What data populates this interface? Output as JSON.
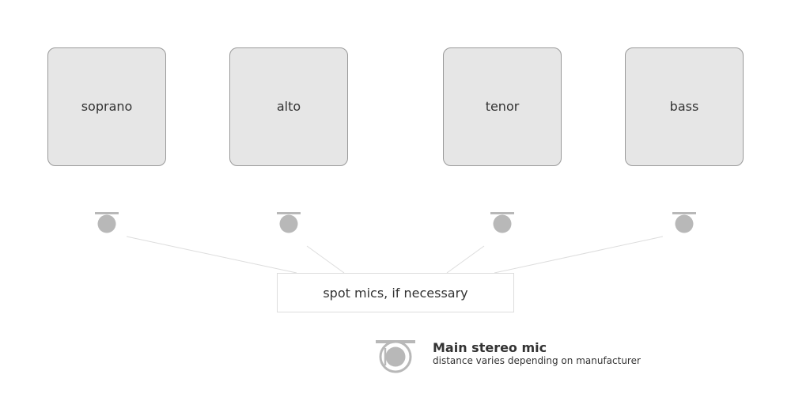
{
  "sections": [
    {
      "id": "soprano",
      "label": "soprano"
    },
    {
      "id": "alto",
      "label": "alto"
    },
    {
      "id": "tenor",
      "label": "tenor"
    },
    {
      "id": "bass",
      "label": "bass"
    }
  ],
  "spot_mics": {
    "label": "spot mics, if necessary",
    "icon": "spot-mic-icon"
  },
  "legend": {
    "title": "Main stereo mic",
    "subtitle": "distance varies depending on manufacturer",
    "icon": "stereo-mic-icon"
  },
  "colors": {
    "box_fill": "#e6e6e6",
    "box_border": "#9a9a9a",
    "mic_gray": "#b8b8b8",
    "connector": "#dddddd",
    "text": "#333333"
  }
}
